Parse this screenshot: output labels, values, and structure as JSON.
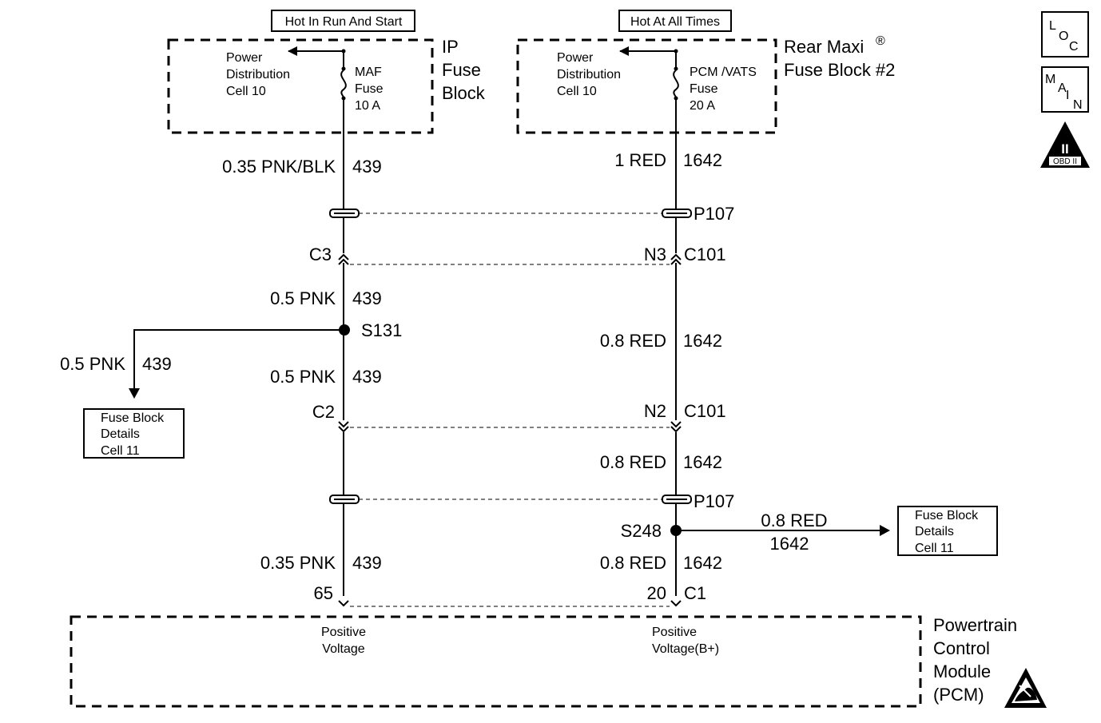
{
  "labels": {
    "hot_run_start": "Hot In Run And Start",
    "hot_all_times": "Hot At All Times",
    "ip_fuse_block": [
      "IP",
      "Fuse",
      "Block"
    ],
    "rear_maxi": "Rear Maxi",
    "rear_maxi_reg": "®",
    "fuse_block_2": "Fuse Block #2",
    "power_dist": [
      "Power",
      "Distribution",
      "Cell 10"
    ],
    "maf_fuse": [
      "MAF",
      "Fuse",
      "10 A"
    ],
    "pcm_vats_fuse": [
      "PCM /VATS",
      "Fuse",
      "20 A"
    ],
    "fuse_block_details": [
      "Fuse Block",
      "Details",
      "Cell 11"
    ],
    "pcm_name": [
      "Powertrain",
      "Control",
      "Module",
      "(PCM)"
    ],
    "positive_voltage": [
      "Positive",
      "Voltage"
    ],
    "positive_voltage_b": [
      "Positive",
      "Voltage(B+)"
    ]
  },
  "icons": {
    "loc": [
      "L",
      "O",
      "C"
    ],
    "main": [
      "M",
      "A",
      "I",
      "N"
    ],
    "obd": [
      "II",
      "OBD II"
    ],
    "esd": "esd-warning-icon"
  },
  "wires": {
    "w1": {
      "gauge": "0.35 PNK/BLK",
      "circuit": "439"
    },
    "w2": {
      "gauge": "1 RED",
      "circuit": "1642"
    },
    "w3": {
      "gauge": "0.5 PNK",
      "circuit": "439"
    },
    "w4": {
      "gauge": "0.8 RED",
      "circuit": "1642"
    },
    "w5": {
      "gauge": "0.5 PNK",
      "circuit": "439"
    },
    "w6": {
      "gauge": "0.5 PNK",
      "circuit": "439"
    },
    "w7": {
      "gauge": "0.8 RED",
      "circuit": "1642"
    },
    "w8": {
      "gauge": "0.8 RED",
      "circuit": "1642"
    },
    "w9": {
      "gauge": "0.35 PNK",
      "circuit": "439"
    },
    "w10": {
      "gauge": "0.8 RED",
      "circuit": "1642"
    }
  },
  "connectors": {
    "p107_top": "P107",
    "p107_bottom": "P107",
    "c3": "C3",
    "n3": "N3",
    "c101_top": "C101",
    "c2": "C2",
    "n2": "N2",
    "c101_bottom": "C101",
    "s131": "S131",
    "s248": "S248",
    "pin65": "65",
    "pin20": "20",
    "c1": "C1"
  }
}
